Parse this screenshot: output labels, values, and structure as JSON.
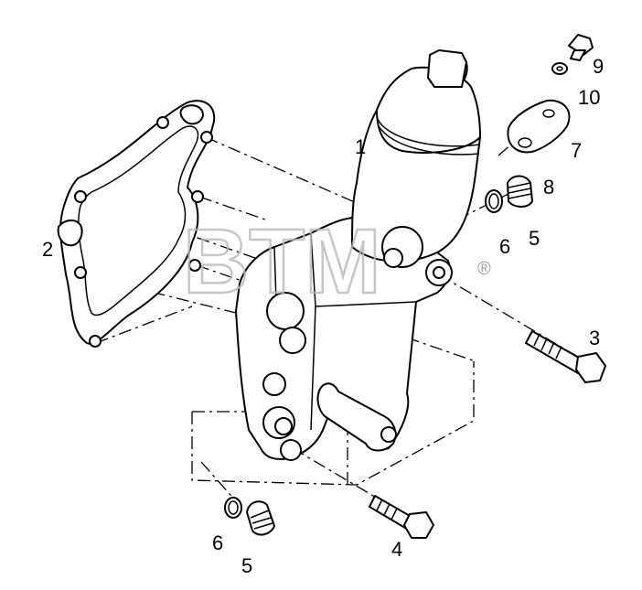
{
  "watermark": {
    "text": "BTM",
    "registered": "®"
  },
  "callouts": {
    "oil_filter_housing": "1",
    "gasket": "2",
    "bolt_upper": "3",
    "bolt_lower": "4",
    "plug_upper": "5",
    "plug_lower": "5",
    "seal_ring_upper": "6",
    "seal_ring_lower": "6",
    "cover_plate": "7",
    "spring": "8",
    "screw": "9",
    "washer": "10"
  }
}
